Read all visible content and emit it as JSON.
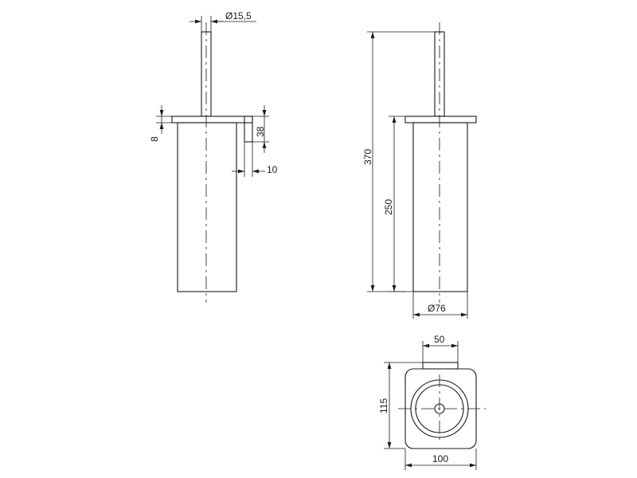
{
  "dimensions": {
    "handle_diameter": "Ø15,5",
    "plate_thickness": "8",
    "hook_height": "38",
    "hook_width": "10",
    "total_height": "370",
    "container_height": "250",
    "container_diameter": "Ø76",
    "handle_top_width": "50",
    "bracket_depth": "115",
    "bracket_width": "100"
  },
  "colors": {
    "line": "#1a1a1a",
    "background": "#ffffff"
  }
}
